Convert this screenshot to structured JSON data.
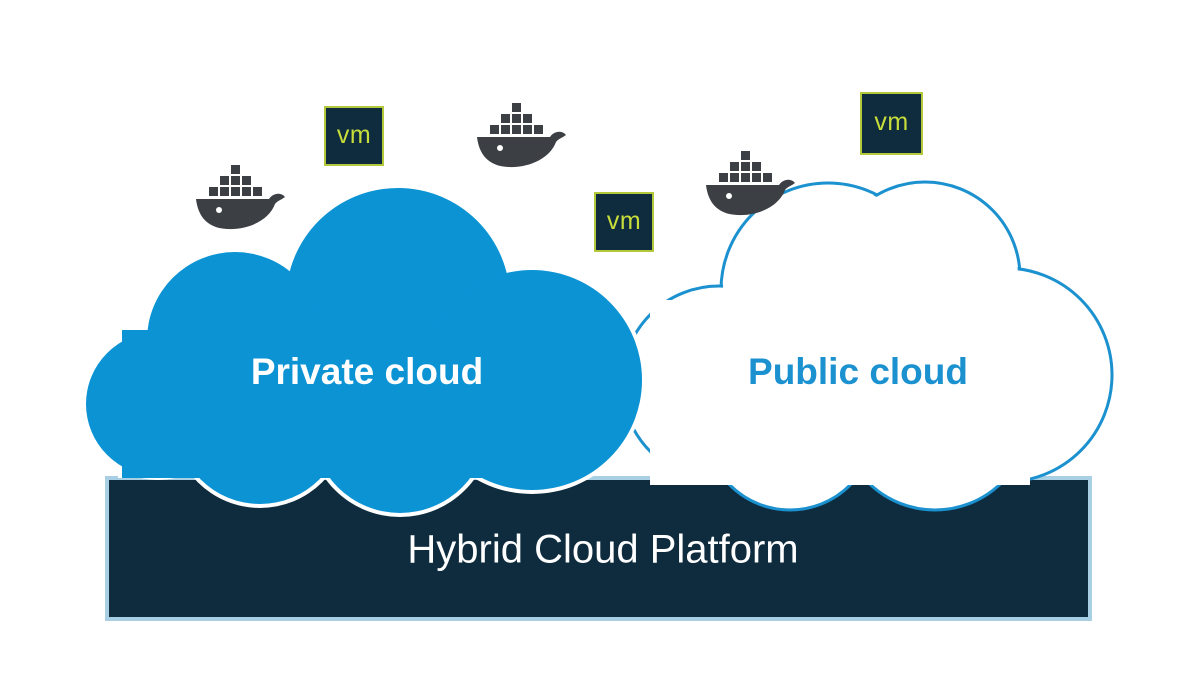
{
  "clouds": {
    "private": {
      "label": "Private cloud"
    },
    "public": {
      "label": "Public cloud"
    }
  },
  "platform": {
    "label": "Hybrid Cloud Platform"
  },
  "vm_badges": [
    {
      "label": "vm"
    },
    {
      "label": "vm"
    },
    {
      "label": "vm"
    }
  ],
  "container_icons": [
    "docker-whale-icon",
    "docker-whale-icon",
    "docker-whale-icon"
  ],
  "colors": {
    "private_cloud_fill": "#0b93d4",
    "public_cloud_stroke": "#1b91cf",
    "platform_fill": "#0e2c3e",
    "platform_border": "#a9cfe4",
    "vm_background": "#0e2c3e",
    "vm_text": "#c8dd3a",
    "whale": "#3c3f44"
  }
}
